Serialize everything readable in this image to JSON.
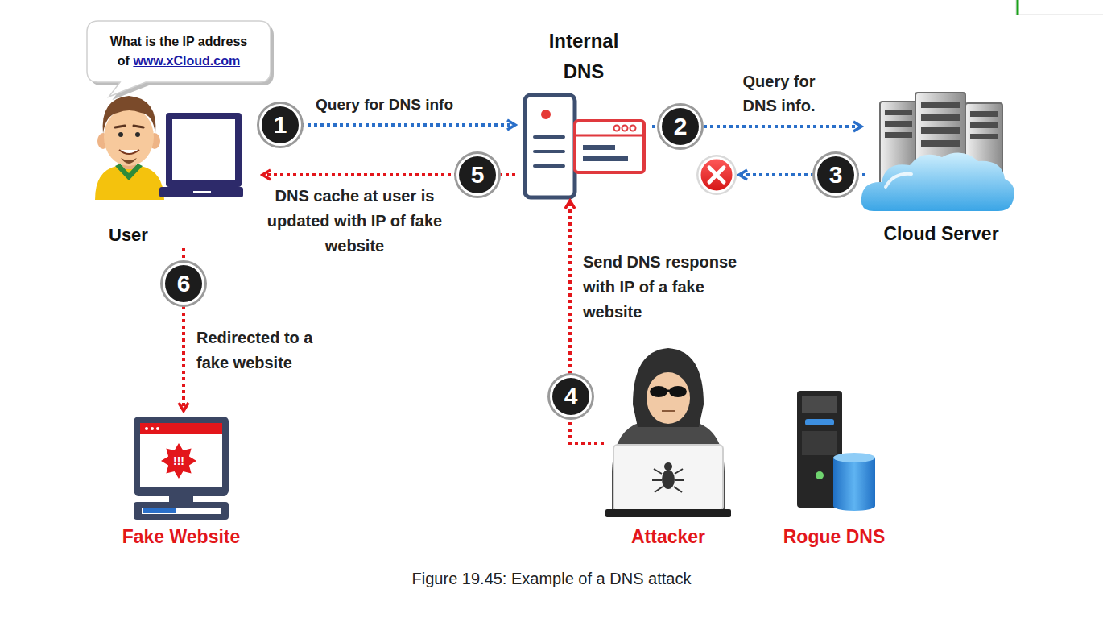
{
  "diagram": {
    "caption": "Figure 19.45: Example of a DNS attack",
    "nodes": [
      {
        "text": [
          "What is the IP address of",
          "www.xCloud.com"
        ]
      },
      {
        "text": [
          "User"
        ]
      },
      {
        "text": [
          "Internal DNS"
        ]
      },
      {
        "text": [
          "Cloud Server"
        ]
      },
      {
        "text": [
          "Fake Website"
        ]
      },
      {
        "text": [
          "Attacker"
        ]
      },
      {
        "text": [
          "Rogue DNS"
        ]
      }
    ],
    "edges": [
      {
        "from": 1,
        "to": 2,
        "arrow": "to",
        "label": "Query for DNS info"
      },
      {
        "from": 2,
        "to": 3,
        "arrow": "to",
        "label": "Query for DNS info."
      },
      {
        "from": 5,
        "to": 2,
        "arrow": "to",
        "label": "Send DNS response with IP of a fake website"
      },
      {
        "from": 2,
        "to": 1,
        "arrow": "to",
        "label": "DNS cache at user is updated with IP of fake website"
      },
      {
        "from": 1,
        "to": 4,
        "arrow": "to",
        "label": "Redirected to a fake website"
      }
    ],
    "labels": [
      "1",
      "2",
      "3",
      "4",
      "5",
      "6",
      "!!!"
    ]
  }
}
